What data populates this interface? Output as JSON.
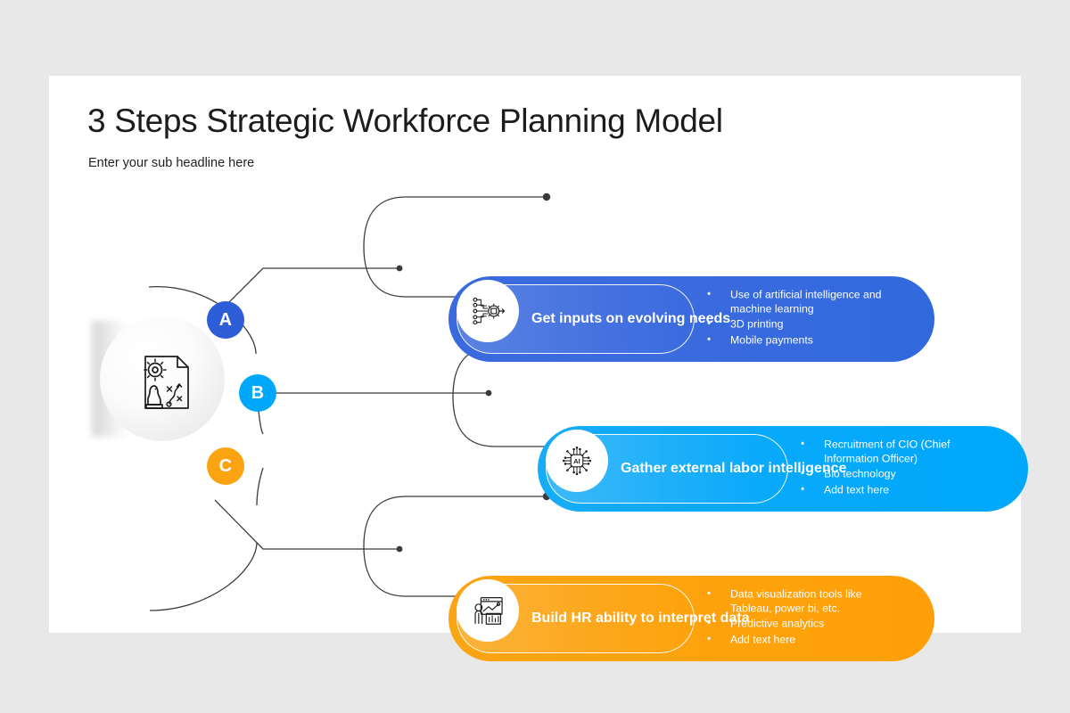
{
  "slide": {
    "title": "3 Steps Strategic Workforce Planning Model",
    "subtitle": "Enter your sub headline here",
    "background_color": "#e8e8e8",
    "canvas_color": "#ffffff"
  },
  "hub": {
    "icon": "strategy-document-icon"
  },
  "badges": [
    {
      "letter": "A",
      "color": "#2d5ed8"
    },
    {
      "letter": "B",
      "color": "#00a8fb"
    },
    {
      "letter": "C",
      "color": "#fca311"
    }
  ],
  "steps": [
    {
      "badge": "A",
      "color": "#3169dd",
      "icon": "inputs-convergence-icon",
      "heading": "Get inputs on evolving needs",
      "bullets": [
        "Use of artificial intelligence  and machine learning",
        "3D printing",
        "Mobile payments"
      ]
    },
    {
      "badge": "B",
      "color": "#00a8fb",
      "icon": "ai-chip-icon",
      "heading": "Gather external labor intelligence",
      "bullets": [
        "Recruitment of CIO (Chief Information Officer)",
        "Bio technology",
        "Add text here"
      ]
    },
    {
      "badge": "C",
      "color": "#ffa00a",
      "icon": "presenter-analytics-icon",
      "heading": "Build HR ability to interpret data",
      "bullets": [
        "Data visualization tools like Tableau, power bi, etc.",
        "Predictive  analytics",
        "Add text here"
      ]
    }
  ]
}
